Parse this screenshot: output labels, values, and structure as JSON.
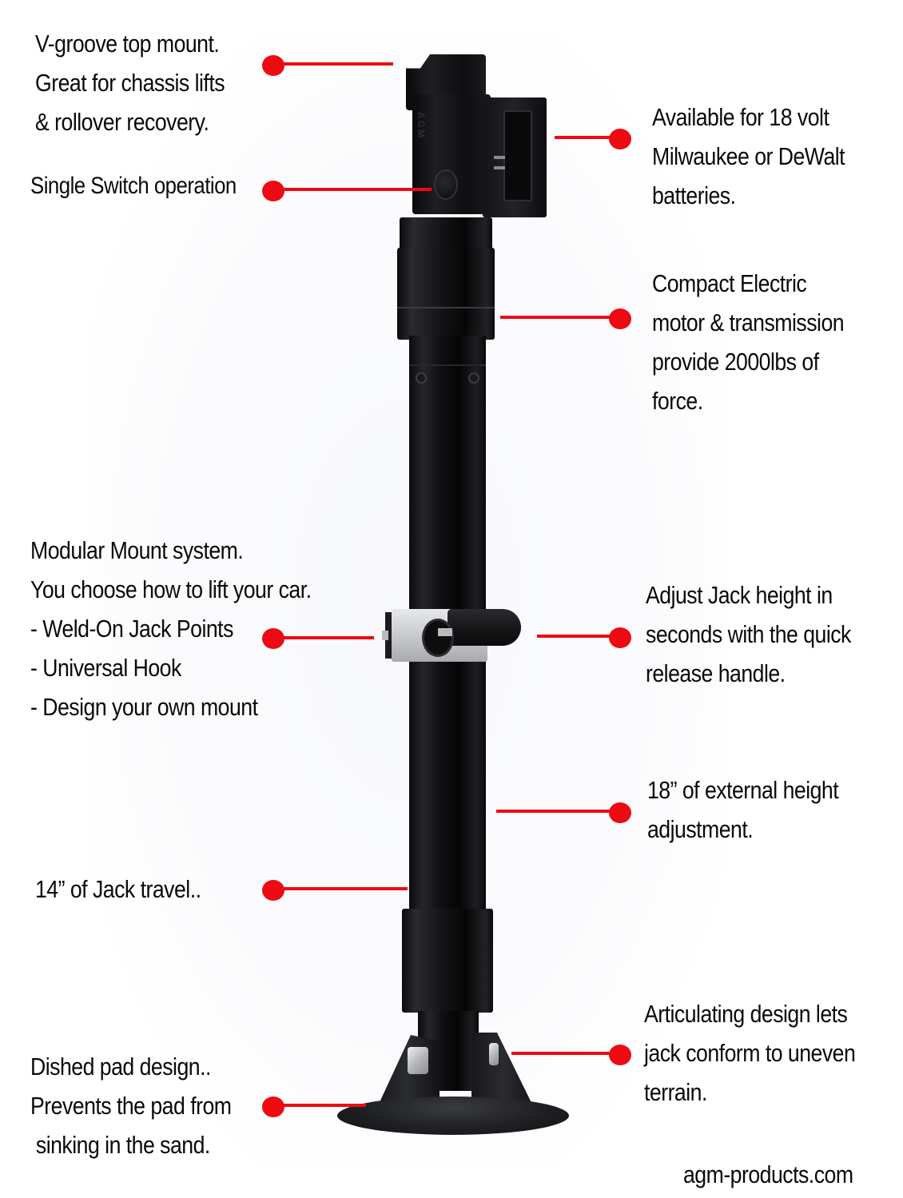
{
  "accent_color": "#ee0a12",
  "callouts": {
    "v_groove": {
      "side": "left",
      "lines": [
        "V-groove top mount.",
        "Great for chassis lifts",
        "& rollover recovery."
      ]
    },
    "single_switch": {
      "side": "left",
      "lines": [
        "Single Switch operation"
      ]
    },
    "battery": {
      "side": "right",
      "lines": [
        "Available for 18 volt",
        "Milwaukee or DeWalt",
        "batteries."
      ]
    },
    "motor": {
      "side": "right",
      "lines": [
        "Compact Electric",
        "motor & transmission",
        "provide 2000lbs of",
        "force."
      ]
    },
    "modular_mount": {
      "side": "left",
      "lines": [
        "Modular Mount system.",
        "You choose how to lift your car.",
        "- Weld-On Jack Points",
        "- Universal Hook",
        "- Design your own mount"
      ]
    },
    "quick_release": {
      "side": "right",
      "lines": [
        "Adjust Jack height in",
        "seconds with the quick",
        "release handle."
      ]
    },
    "external_height": {
      "side": "right",
      "lines": [
        "18” of external height",
        "adjustment."
      ]
    },
    "jack_travel": {
      "side": "left",
      "lines": [
        "14” of Jack travel.."
      ]
    },
    "articulating": {
      "side": "right",
      "lines": [
        "Articulating design lets",
        "jack conform to uneven",
        "terrain."
      ]
    },
    "dished_pad": {
      "side": "left",
      "lines": [
        "Dished pad design..",
        "Prevents the pad from",
        " sinking in the sand."
      ]
    }
  },
  "product": {
    "name": "electric jack",
    "brand_mark": "AGM"
  },
  "footer": {
    "website": "agm-products.com"
  }
}
